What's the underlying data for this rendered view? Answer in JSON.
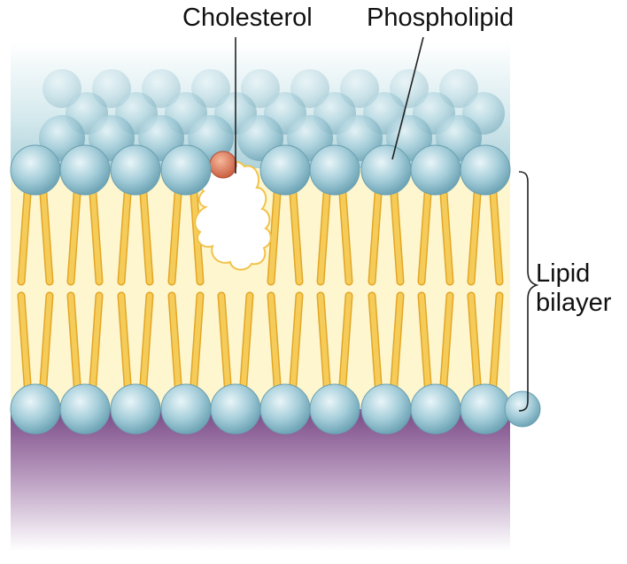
{
  "labels": {
    "cholesterol": "Cholesterol",
    "phospholipid": "Phospholipid",
    "bilayer_line1": "Lipid",
    "bilayer_line2": "bilayer"
  },
  "colors": {
    "head": "#9cc6d4",
    "tail": "#f2c34a",
    "membrane_core": "#fdf6cf",
    "cholesterol_head": "#e07a56",
    "exterior_top": "#a9cfd8",
    "interior_bottom": "#7a4a86"
  }
}
